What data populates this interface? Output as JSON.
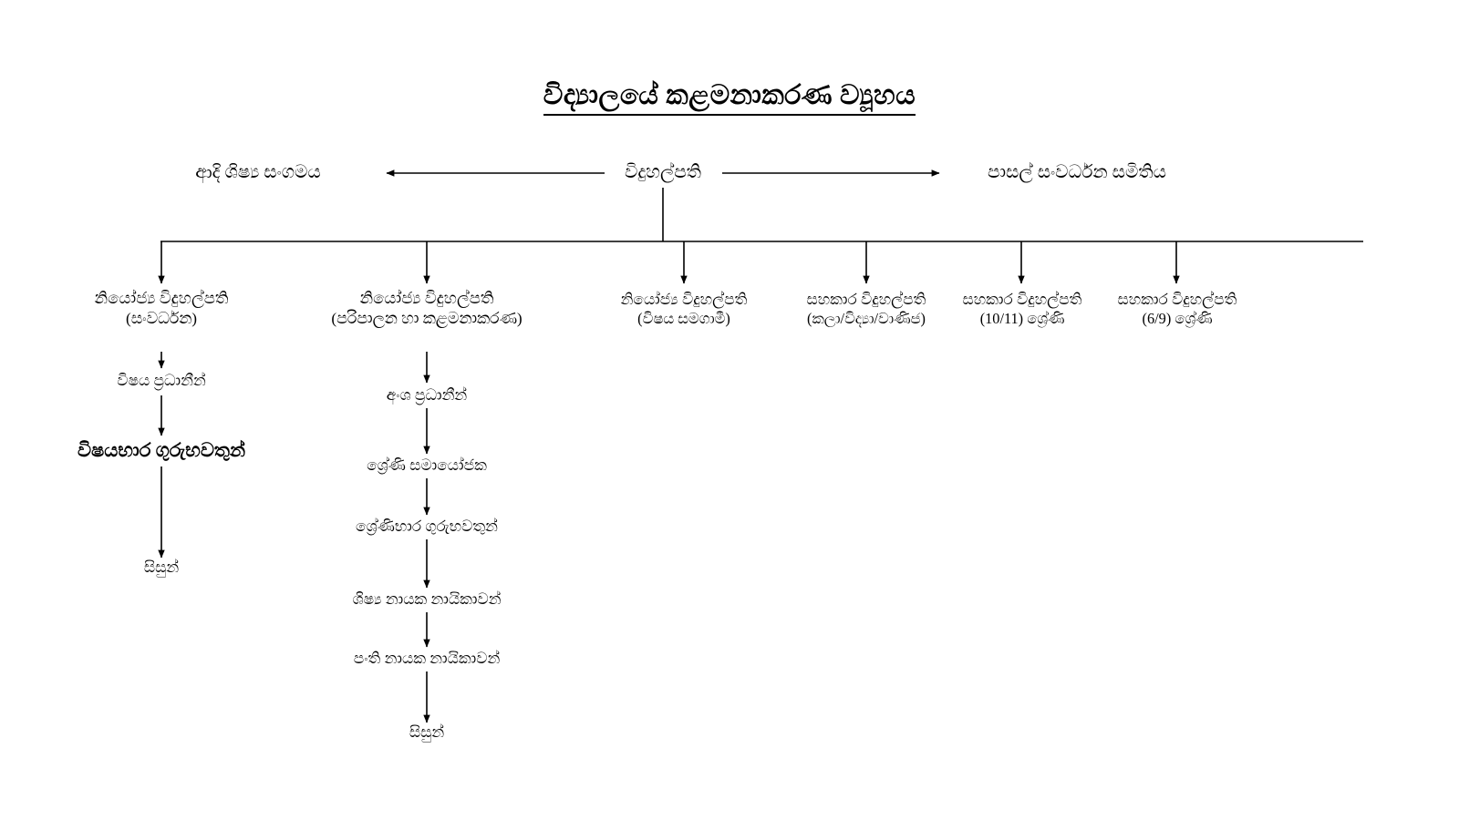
{
  "title": "විද්‍යාලයේ කළමනාකරණ ව්‍යූහය",
  "top_row": {
    "left": "ආදි ශිෂ්‍ය සංගමය",
    "center": "විදුහල්පති",
    "right": "පාසල් සංවර්ධන සමිතිය"
  },
  "second_row": [
    {
      "line1": "නියෝජ්‍ය විදුහල්පති",
      "line2": "(සංවර්ධන)"
    },
    {
      "line1": "නියෝජ්‍ය විදුහල්පති",
      "line2": "(පරිපාලන හා කළමනාකරණ)"
    },
    {
      "line1": "නියෝජ්‍ය විදුහල්පති",
      "line2": "(විෂය සමගාමී)"
    },
    {
      "line1": "සහකාර විදුහල්පති",
      "line2": "(කලා/විද්‍යා/වාණිජ)"
    },
    {
      "line1": "සහකාර විදුහල්පති",
      "line2": "(10/11) ශ්‍රේණි"
    },
    {
      "line1": "සහකාර විදුහල්පති",
      "line2": "(6/9) ශ්‍රේණි"
    }
  ],
  "left_chain": [
    "විෂය ප්‍රධානීන්",
    "විෂයභාර ගුරුභවතුන්",
    "සිසුන්"
  ],
  "center_chain": [
    "අංශ ප්‍රධානීන්",
    "ශ්‍රේණි සමායෝජක",
    "ශ්‍රේණිභාර ගුරුභවතුන්",
    "ශිෂ්‍ය නායක නායිකාවන්",
    "පංති නායක නායිකාවන්",
    "සිසුන්"
  ],
  "colors": {
    "ink": "#000000",
    "background": "#ffffff"
  },
  "chart_data": {
    "type": "diagram",
    "diagram_kind": "organizational-hierarchy-flowchart",
    "title": "විද්‍යාලයේ කළමනාකරණ ව්‍යූහය",
    "root": "විදුහල්පති",
    "lateral_links": [
      {
        "from": "විදුහල්පති",
        "to": "ආදි ශිෂ්‍ය සංගමය",
        "direction": "left"
      },
      {
        "from": "විදුහල්පති",
        "to": "පාසල් සංවර්ධන සමිතිය",
        "direction": "right"
      }
    ],
    "children_of_root": [
      "නියෝජ්‍ය විදුහල්පති (සංවර්ධන)",
      "නියෝජ්‍ය විදුහල්පති (පරිපාලන හා කළමනාකරණ)",
      "නියෝජ්‍ය විදුහල්පති (විෂය සමගාමී)",
      "සහකාර විදුහල්පති (කලා/විද්‍යා/වාණිජ)",
      "සහකාර විදුහල්පති (10/11) ශ්‍රේණි",
      "සහකාර විදුහල්පති (6/9) ශ්‍රේණි"
    ],
    "branch_chains": [
      {
        "under": "නියෝජ්‍ය විදුහල්පති (සංවර්ධන)",
        "sequence": [
          "විෂය ප්‍රධානීන්",
          "විෂයභාර ගුරුභවතුන්",
          "සිසුන්"
        ]
      },
      {
        "under": "නියෝජ්‍ය විදුහල්පති (පරිපාලන හා කළමනාකරණ)",
        "sequence": [
          "අංශ ප්‍රධානීන්",
          "ශ්‍රේණි සමායෝජක",
          "ශ්‍රේණිභාර ගුරුභවතුන්",
          "ශිෂ්‍ය නායක නායිකාවන්",
          "පංති නායක නායිකාවන්",
          "සිසුන්"
        ]
      }
    ]
  }
}
